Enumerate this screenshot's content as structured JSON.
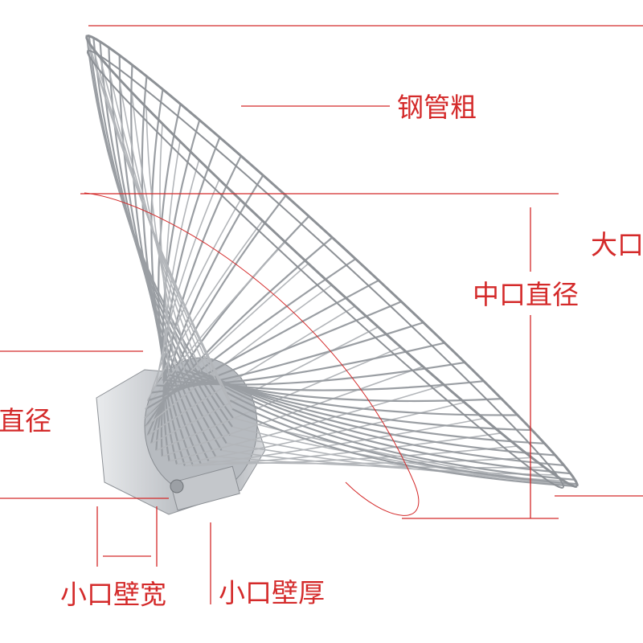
{
  "labels": {
    "pipe_thickness": "钢管粗",
    "large_mouth": "大口",
    "middle_diameter": "中口直径",
    "small_diameter_partial": "直径",
    "small_wall_width": "小口壁宽",
    "small_wall_thickness": "小口壁厚"
  },
  "colors": {
    "annotation": "#d42a2a",
    "steel": "#9a9ea3",
    "background": "#ffffff"
  }
}
